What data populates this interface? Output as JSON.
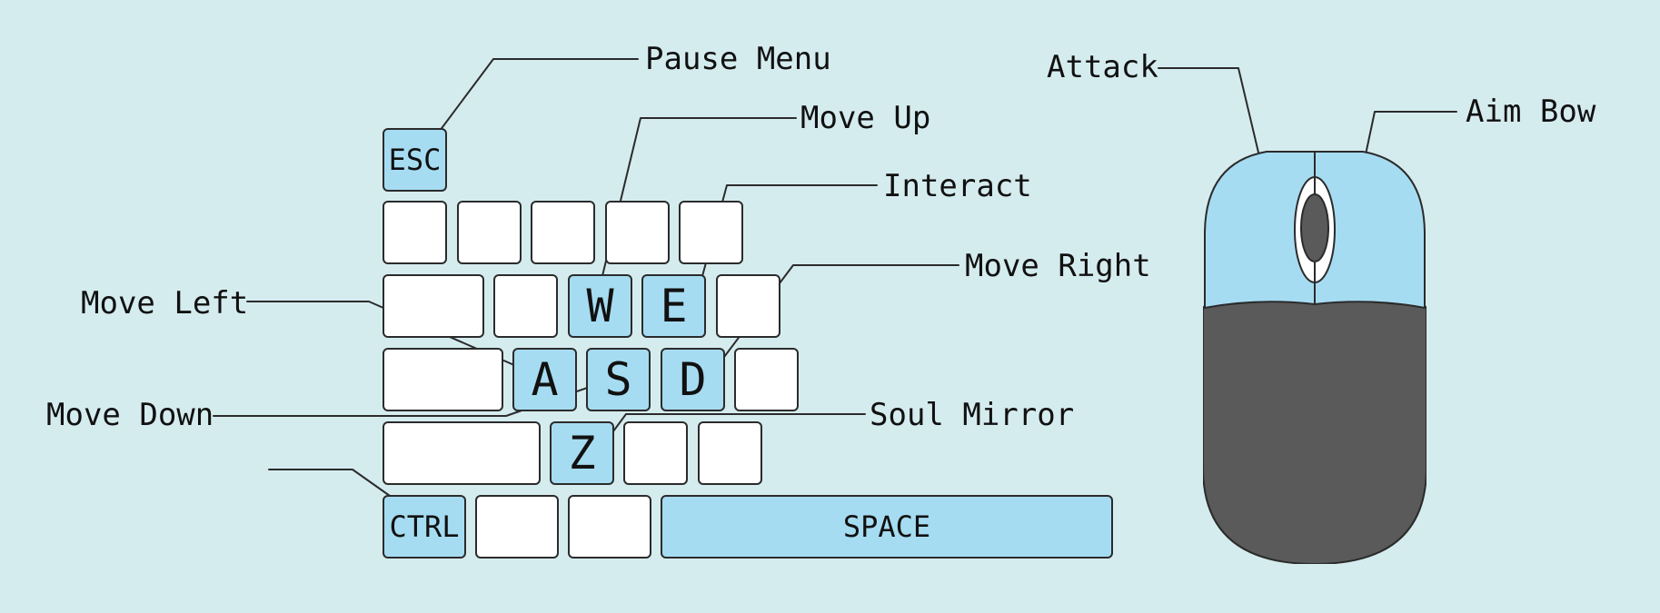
{
  "colors": {
    "background": "#d5ecef",
    "bound_key": "#a6dcf2",
    "unbound_key": "#ffffff",
    "outline": "#2b2b2b",
    "mouse_body": "#5a5a5a",
    "mouse_button": "#a6dcf2"
  },
  "keyboard": {
    "keys": {
      "esc": "ESC",
      "w": "W",
      "e": "E",
      "a": "A",
      "s": "S",
      "d": "D",
      "z": "Z",
      "ctrl": "CTRL",
      "space": "SPACE"
    }
  },
  "labels": {
    "pause_menu": "Pause Menu",
    "move_up": "Move Up",
    "interact": "Interact",
    "move_right": "Move Right",
    "move_left": "Move Left",
    "move_down": "Move Down",
    "soul_mirror": "Soul Mirror",
    "ctrl_action": ""
  },
  "mouse": {
    "left_button_label": "Attack",
    "right_button_label": "Aim Bow"
  }
}
